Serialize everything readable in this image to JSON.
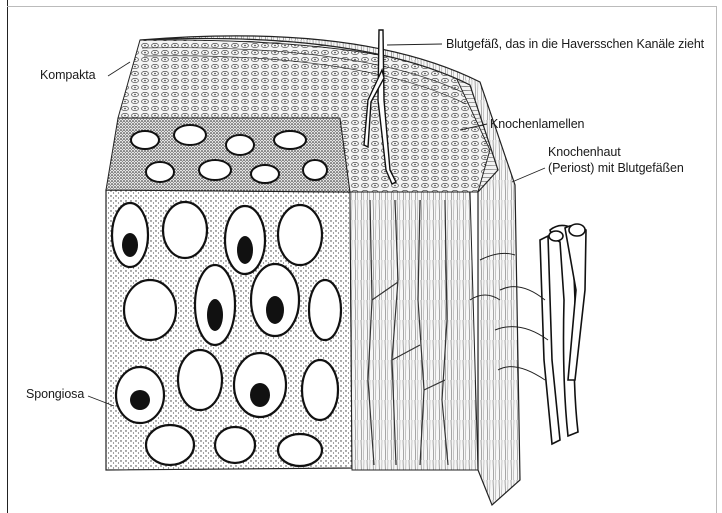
{
  "labels": {
    "blood_vessel": "Blutgefäß, das in die Haversschen Kanäle zieht",
    "compacta": "Kompakta",
    "lamellae": "Knochenlamellen",
    "periosteum_line1": "Knochenhaut",
    "periosteum_line2": "(Periost) mit Blutgefäßen",
    "spongiosa": "Spongiosa"
  }
}
